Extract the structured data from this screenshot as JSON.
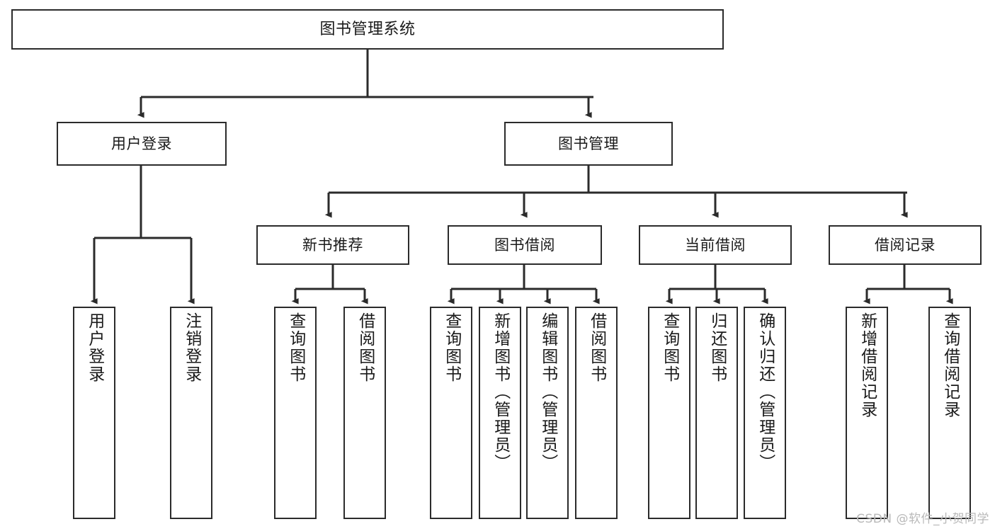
{
  "diagram": {
    "title": "图书管理系统",
    "watermark": "CSDN @软件_小贺同学",
    "stroke_color": "#2b2b2b",
    "fill_color": "#ffffff",
    "text_color": "#1a1a1a",
    "watermark_color": "#b9b9b9"
  },
  "nodes": {
    "root": {
      "label": "图书管理系统"
    },
    "level2": [
      {
        "label": "用户登录"
      },
      {
        "label": "图书管理"
      }
    ],
    "level3": [
      {
        "label": "新书推荐"
      },
      {
        "label": "图书借阅"
      },
      {
        "label": "当前借阅"
      },
      {
        "label": "借阅记录"
      }
    ],
    "leaves_user_login": [
      {
        "label": "用户登录"
      },
      {
        "label": "注销登录"
      }
    ],
    "leaves_new_book": [
      {
        "label": "查询图书"
      },
      {
        "label": "借阅图书"
      }
    ],
    "leaves_borrow": [
      {
        "label": "查询图书"
      },
      {
        "label": "新增图书（管理员）"
      },
      {
        "label": "编辑图书（管理员）"
      },
      {
        "label": "借阅图书"
      }
    ],
    "leaves_current": [
      {
        "label": "查询图书"
      },
      {
        "label": "归还图书"
      },
      {
        "label": "确认归还（管理员）"
      }
    ],
    "leaves_records": [
      {
        "label": "新增借阅记录"
      },
      {
        "label": "查询借阅记录"
      }
    ]
  }
}
